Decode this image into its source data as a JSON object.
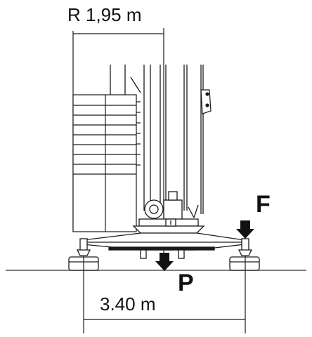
{
  "labels": {
    "radius": "R 1,95 m",
    "track_width": "3.40 m",
    "force": "F",
    "weight": "P"
  },
  "colors": {
    "stroke": "#1a1a1a",
    "fill": "#ffffff",
    "dark": "#111111",
    "ground": "#555555"
  },
  "icons": {
    "force_arrow": "arrow-down-icon",
    "weight_arrow": "arrow-down-icon"
  }
}
